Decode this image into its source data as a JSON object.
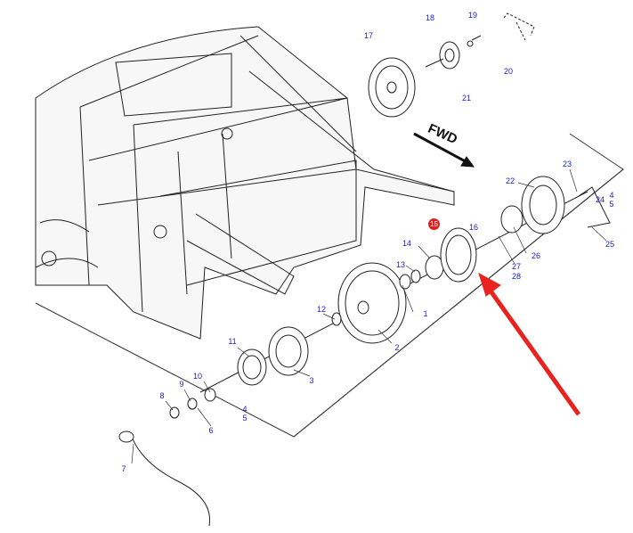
{
  "diagram": {
    "direction_label": "FWD",
    "highlighted_part": "15",
    "arrow_color": "#e8231f",
    "callout_color": "#2020c8",
    "callouts": {
      "p17": "17",
      "p18": "18",
      "p19": "19",
      "p20": "20",
      "p21": "21",
      "p23": "23",
      "p22": "22",
      "p24": "24",
      "p4a": "4",
      "p5a": "5",
      "p25": "25",
      "p16": "16",
      "p14": "14",
      "p13": "13",
      "p26": "26",
      "p27": "27",
      "p28": "28",
      "p1": "1",
      "p12": "12",
      "p2": "2",
      "p11": "11",
      "p3": "3",
      "p10": "10",
      "p9": "9",
      "p8": "8",
      "p4b": "4",
      "p5b": "5",
      "p6": "6",
      "p7": "7"
    }
  }
}
